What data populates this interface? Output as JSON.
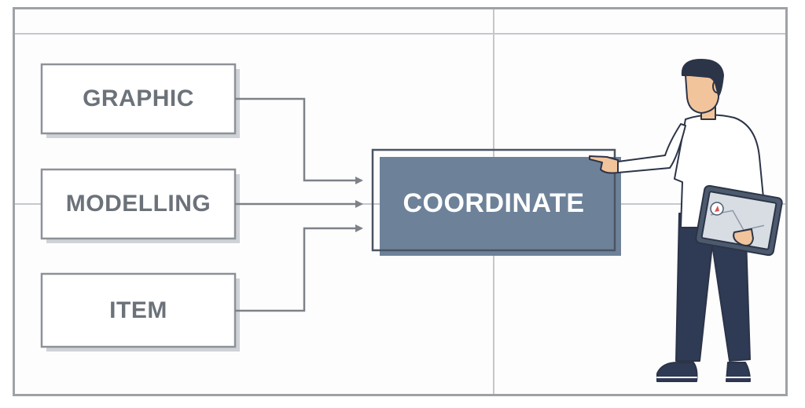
{
  "diagram": {
    "inputs": [
      {
        "label": "GRAPHIC"
      },
      {
        "label": "MODELLING"
      },
      {
        "label": "ITEM"
      }
    ],
    "target": {
      "label": "COORDINATE"
    },
    "figure": {
      "name": "person-pointing-with-tablet"
    },
    "colors": {
      "frame": "#9ea2a7",
      "grid": "#c4c8cd",
      "box_border": "#8d9298",
      "box_shadow": "#cfd2d6",
      "box_text": "#6c727a",
      "arrow": "#7d8288",
      "target_fill": "#6d8299",
      "target_text": "#ffffff",
      "pants": "#2f3a55",
      "shirt": "#ffffff",
      "skin": "#f2c49b",
      "hair": "#2c3448"
    }
  }
}
